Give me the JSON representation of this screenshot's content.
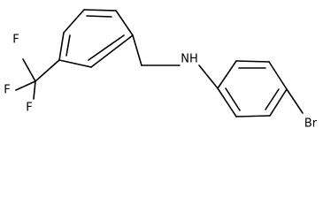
{
  "molecule": {
    "atoms": {
      "f_top": "F",
      "f_left": "F",
      "f_bottom": "F",
      "nh": "NH",
      "br": "Br"
    }
  }
}
